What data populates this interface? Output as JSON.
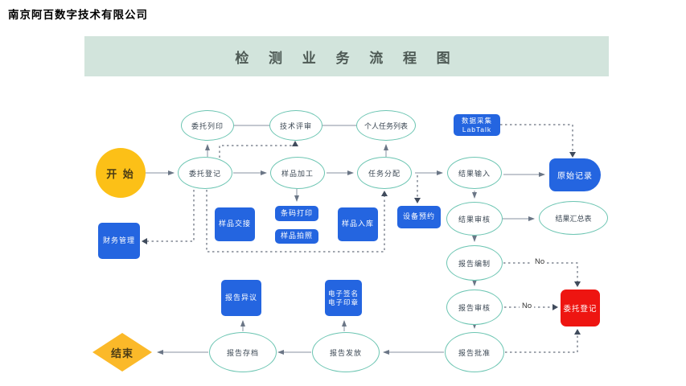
{
  "header": {
    "company": "南京阿百数字技术有限公司",
    "title": "检 测 业 务 流 程 图"
  },
  "flowchart": {
    "nodes": {
      "start": "开 始",
      "commission_print": "委托列印",
      "technical_review": "技术评审",
      "personal_task_list": "个人任务列表",
      "commission_register": "委托登记",
      "sample_processing": "样品加工",
      "task_assign": "任务分配",
      "result_input": "结果输入",
      "data_collection_line1": "数据采集",
      "data_collection_line2": "LabTalk",
      "original_record": "原始记录",
      "sample_handover": "样品交接",
      "barcode_print": "条码打印",
      "sample_photo": "样品拍照",
      "sample_storage": "样品入库",
      "equipment_reservation": "设备预约",
      "finance_management": "财务管理",
      "result_review": "结果审核",
      "result_summary": "结果汇总表",
      "report_compile": "报告编制",
      "report_review": "报告审核",
      "report_approve": "报告批准",
      "commission_register_redo": "委托登记",
      "report_objection": "报告异议",
      "esign_line1": "电子签名",
      "esign_line2": "电子印章",
      "report_issue": "报告发放",
      "report_archive": "报告存档",
      "end": "结束",
      "no_label": "No"
    },
    "colors": {
      "banner_bg": "#d2e4dc",
      "ellipse_border": "#6cc5b2",
      "process_blue": "#2465e0",
      "alert_red": "#ee1511",
      "start_yellow": "#fcc017",
      "end_orange": "#fbb929",
      "solid_line": "#8792a0",
      "dashed_line": "#404b5c"
    }
  }
}
